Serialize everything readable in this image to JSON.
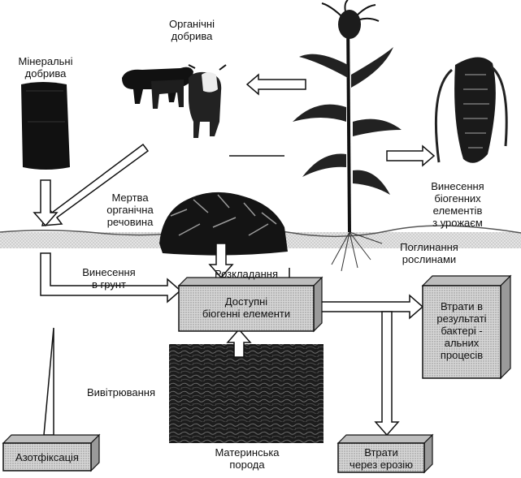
{
  "labels": {
    "organic_fertilizers": [
      "Органічні",
      "добрива"
    ],
    "mineral_fertilizers": [
      "Мінеральні",
      "добрива"
    ],
    "dead_organic_matter": [
      "Мертва",
      "органічна",
      "речовина"
    ],
    "harvest_removal": [
      "Винесення",
      "біогенних",
      "елементів",
      "з урожаєм"
    ],
    "leaching": [
      "Винесення",
      "в грунт"
    ],
    "decomposition": "Розкладання",
    "plant_uptake": [
      "Поглинання",
      "рослинами"
    ],
    "available_nutrients": [
      "Доступні",
      "біогенні елементи"
    ],
    "bacterial_losses": [
      "Втрати  в",
      "результаті",
      "бактері -",
      "альних",
      "процесів"
    ],
    "weathering": "Вивітрювання",
    "nitrogen_fixation": "Азотфіксація",
    "parent_rock": [
      "Материнська",
      "порода"
    ],
    "erosion_losses": [
      "Втрати",
      "через ерозію"
    ]
  },
  "icons": [
    "fertilizer-bag-icon",
    "cattle-icon",
    "corn-plant-icon",
    "corn-cob-icon",
    "organic-litter-icon",
    "rock-texture-icon"
  ]
}
